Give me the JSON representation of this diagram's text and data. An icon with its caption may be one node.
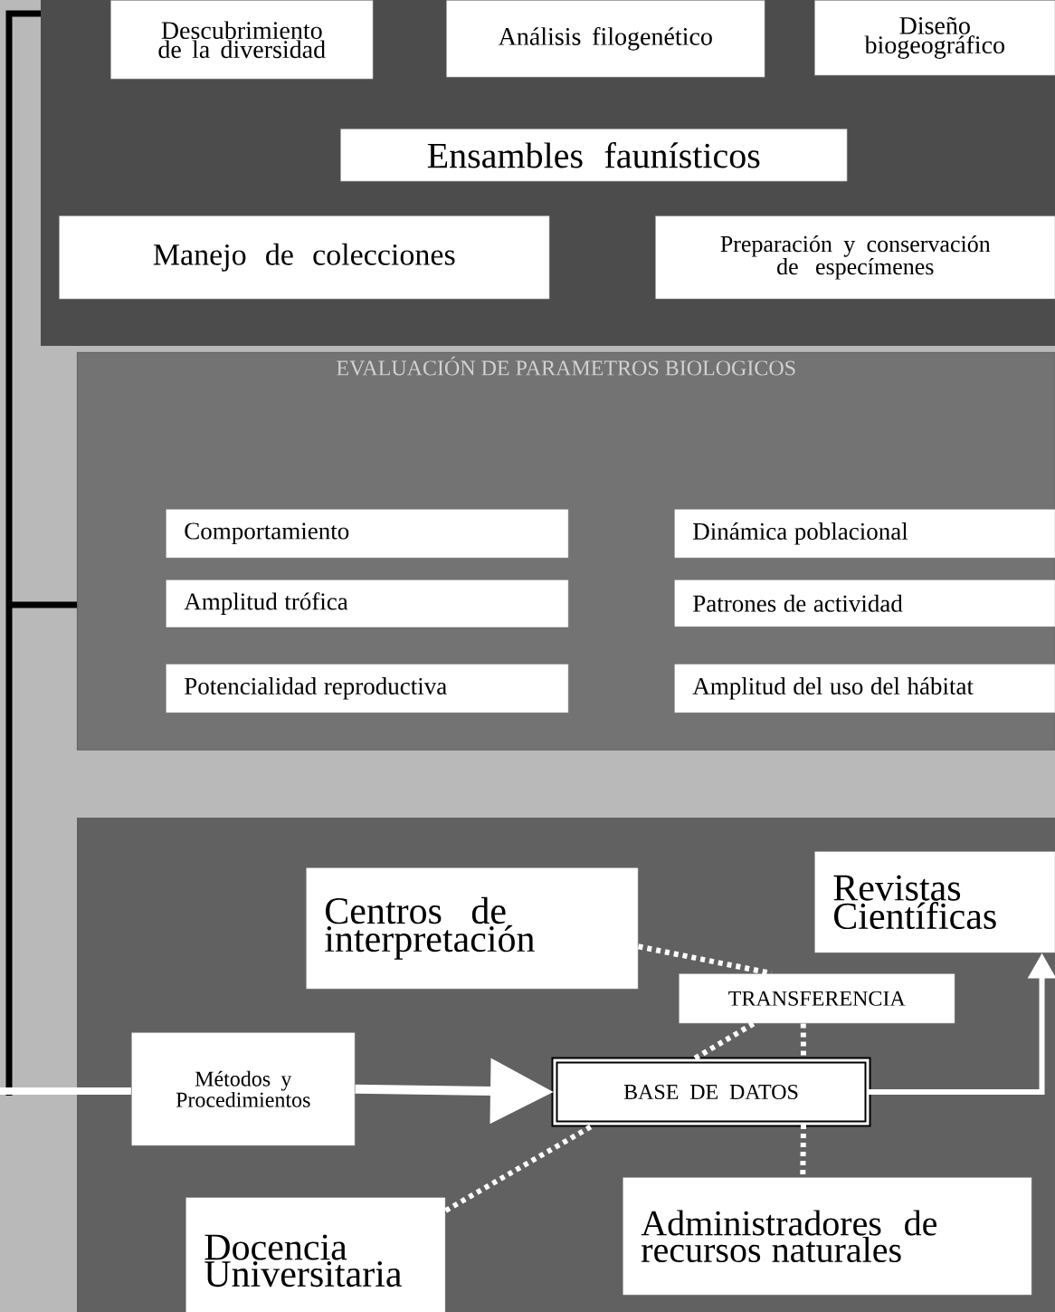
{
  "diagram": {
    "nodes": [
      {
        "text": [
          "Descubrimiento de la diversidad"
        ]
      },
      {
        "text": [
          "Análisis filogenético"
        ]
      },
      {
        "text": [
          "Diseño biogeográfico"
        ]
      },
      {
        "text": [
          "Ensambles faunísticos"
        ]
      },
      {
        "text": [
          "Manejo de colecciones"
        ]
      },
      {
        "text": [
          "Preparación y conservación de especímenes"
        ]
      },
      {
        "text": [
          "EVALUACIÓN DE PARAMETROS BIOLOGICOS"
        ]
      },
      {
        "text": [
          "Comportamiento"
        ],
        "in": 6
      },
      {
        "text": [
          "Dinámica poblacional"
        ],
        "in": 6
      },
      {
        "text": [
          "Amplitud trófica"
        ],
        "in": 6
      },
      {
        "text": [
          "Patrones de actividad"
        ],
        "in": 6
      },
      {
        "text": [
          "Potencialidad reproductiva"
        ],
        "in": 6
      },
      {
        "text": [
          "Amplitud del uso del hábitat"
        ],
        "in": 6
      },
      {
        "text": [
          "Centros de interpretación"
        ]
      },
      {
        "text": [
          "Revistas Científicas"
        ]
      },
      {
        "text": [
          "TRANSFERENCIA"
        ]
      },
      {
        "text": [
          "Métodos y Procedimientos"
        ]
      },
      {
        "text": [
          "BASE DE DATOS"
        ]
      },
      {
        "text": [
          "Docencia Universitaria"
        ]
      },
      {
        "text": [
          "Administradores de recursos naturales"
        ]
      }
    ],
    "edges": [
      {
        "from": 16,
        "to": 17,
        "arrow": "to"
      },
      {
        "from": 17,
        "to": 14,
        "arrow": "to"
      },
      {
        "from": 13,
        "to": 15,
        "arrow": "none",
        "style": "dashed"
      },
      {
        "from": 15,
        "to": 17,
        "arrow": "none",
        "style": "dashed"
      },
      {
        "from": 18,
        "to": 17,
        "arrow": "none",
        "style": "dashed"
      },
      {
        "from": 17,
        "to": 19,
        "arrow": "none",
        "style": "dashed"
      },
      {
        "from": 15,
        "to": 17,
        "arrow": "none",
        "style": "dashed"
      }
    ]
  }
}
